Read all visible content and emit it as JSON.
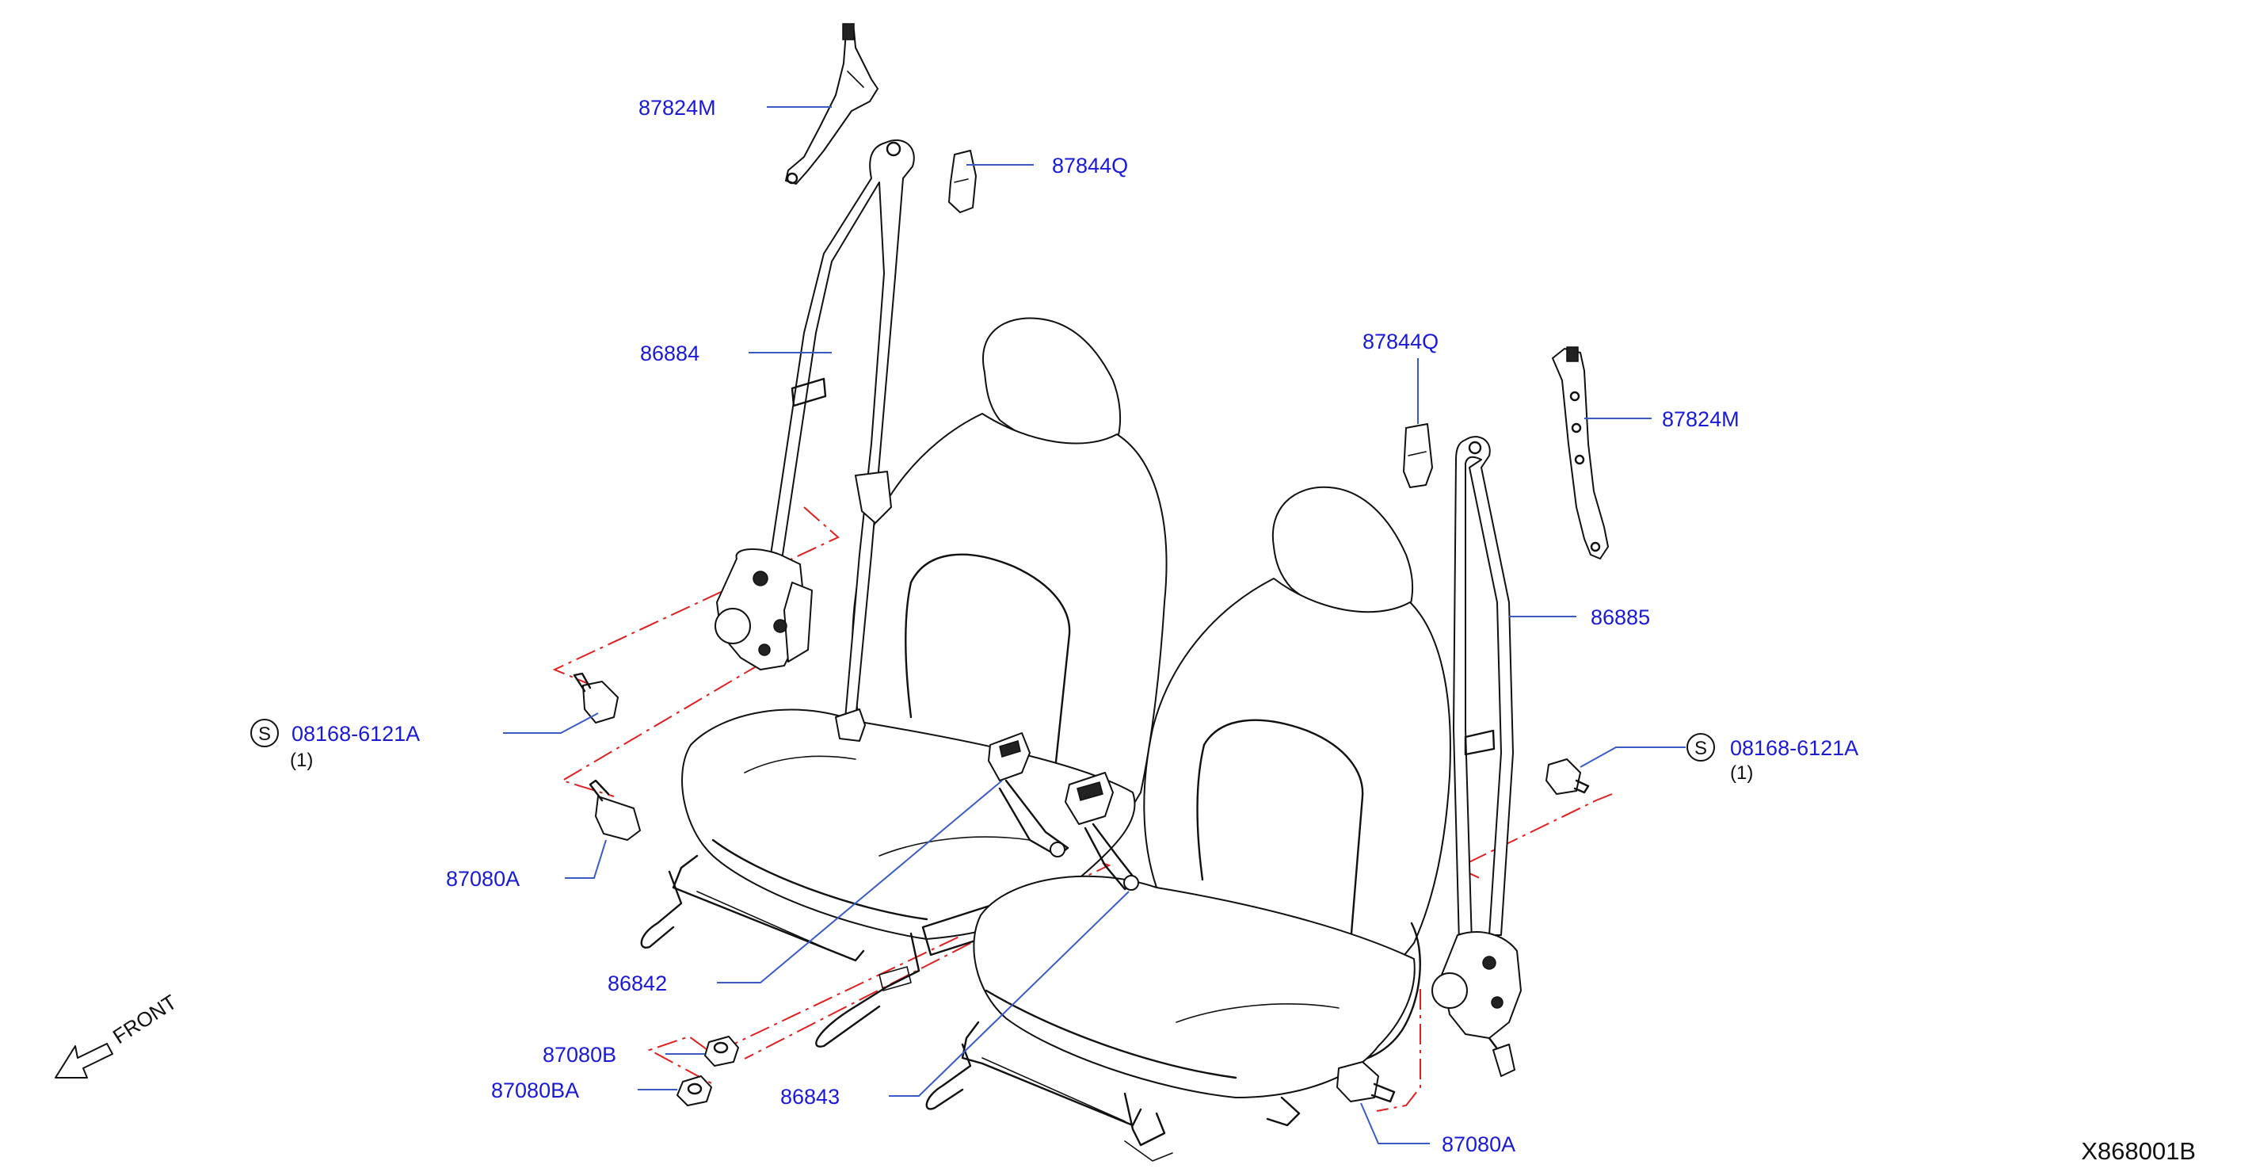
{
  "diagram": {
    "id": "X868001B",
    "direction_label": "FRONT",
    "part_color": "#1a1ad6",
    "leader_color": "#3a5bc4",
    "dashed_line_color": "#e02020",
    "labels": {
      "p87824m_left": "87824M",
      "p87844q_left": "87844Q",
      "p86884": "86884",
      "p87844q_right": "87844Q",
      "p87824m_right": "87824M",
      "p86885": "86885",
      "bolt_left": "08168-6121A",
      "bolt_left_qty": "(1)",
      "bolt_right": "08168-6121A",
      "bolt_right_qty": "(1)",
      "p87080a_left": "87080A",
      "p86842": "86842",
      "p87080b": "87080B",
      "p87080ba": "87080BA",
      "p86843": "86843",
      "p87080a_right": "87080A"
    },
    "s_symbol": "S"
  }
}
